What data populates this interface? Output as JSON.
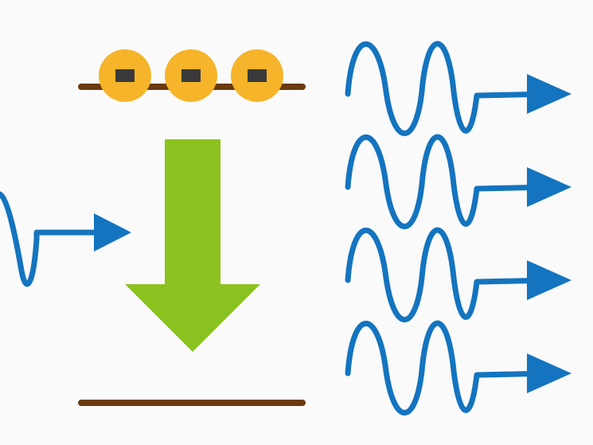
{
  "colors": {
    "background": "#fafafa",
    "energy_level": "#6b3a0e",
    "electron": "#f5b42a",
    "electron_mark": "#3a3a3a",
    "transition_arrow": "#8cc21f",
    "photon": "#1474bf"
  },
  "diagram": {
    "energy_levels": [
      "upper-level",
      "lower-level"
    ],
    "electron_count": 3,
    "transition_direction": "down",
    "incoming_photon_count": 1,
    "outgoing_photon_count": 4,
    "icons": [
      "electron-icon",
      "down-arrow-icon",
      "photon-wave-icon",
      "right-arrow-icon"
    ]
  }
}
